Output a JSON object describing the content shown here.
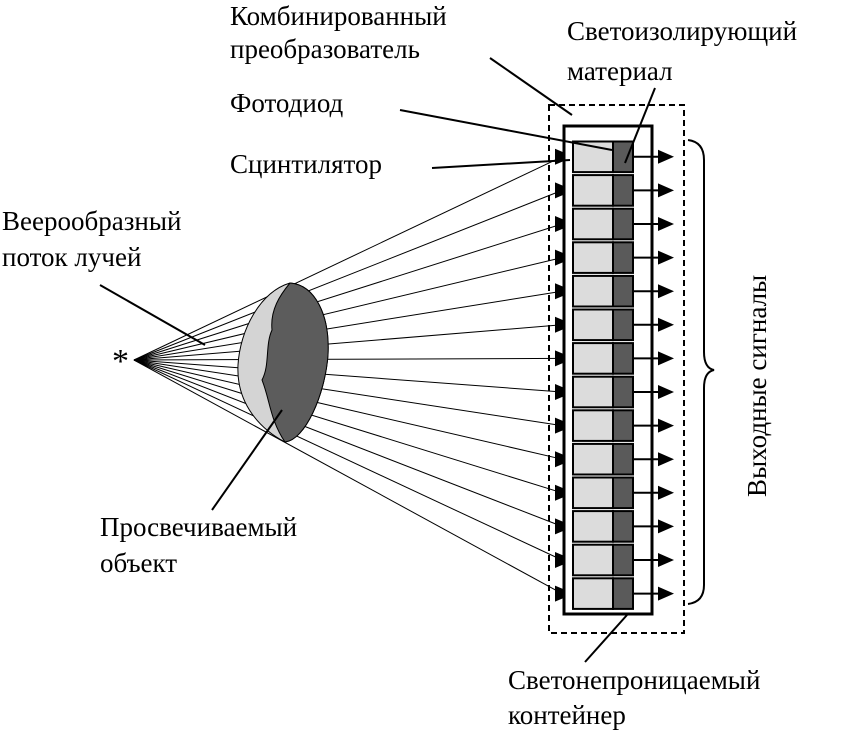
{
  "labels": {
    "combined_converter": [
      "Комбинированный",
      "преобразователь"
    ],
    "light_isolating_material": [
      "Светоизолирующий",
      "материал"
    ],
    "photodiode": "Фотодиод",
    "scintillator": "Сцинтилятор",
    "fan_beam": [
      "Веерообразный",
      "поток лучей"
    ],
    "scanned_object": [
      "Просвечиваемый",
      "объект"
    ],
    "output_signals": "Выходные сигналы",
    "lightproof_container": [
      "Светонепроницаемый",
      "контейнер"
    ]
  },
  "colors": {
    "scintillator_fill": "#dcdcdc",
    "photodiode_fill": "#5a5a5a",
    "object_light": "#d4d4d4",
    "object_dark": "#5c5c5c",
    "line": "#000000"
  },
  "detector_count": 14,
  "source_symbol": "*"
}
